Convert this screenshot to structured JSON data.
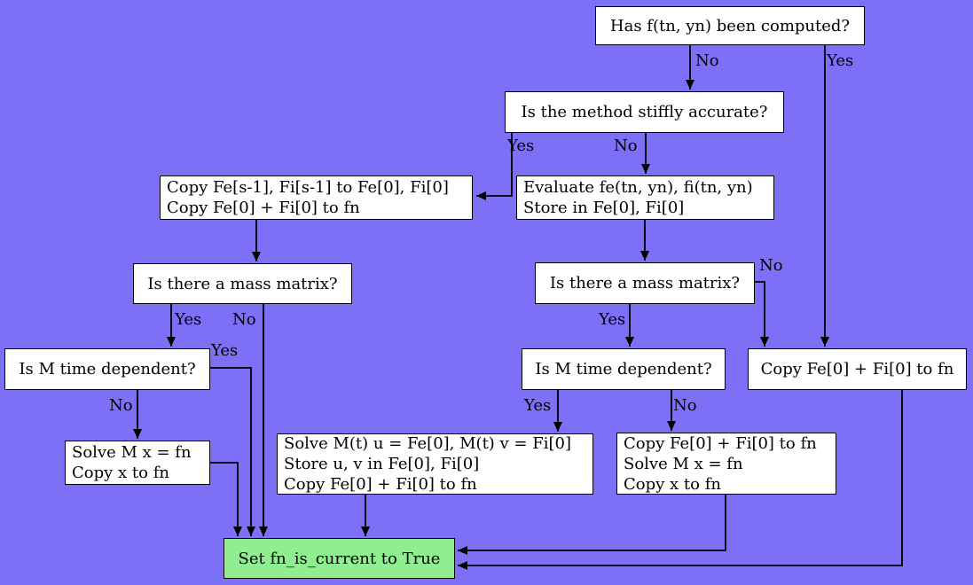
{
  "diagram": {
    "colors": {
      "background": "#7e70f6",
      "node_fill": "#ffffff",
      "node_border": "#000000",
      "terminal_fill": "#90ee90",
      "edge": "#000000",
      "text": "#000000"
    }
  },
  "labels": {
    "yes": "Yes",
    "no": "No"
  },
  "boxes": {
    "has_computed": {
      "lines": [
        "Has f(tn, yn) been computed?"
      ]
    },
    "stiffly": {
      "lines": [
        "Is the method stiffly accurate?"
      ]
    },
    "copy_prev": {
      "lines": [
        "Copy Fe[s-1], Fi[s-1] to Fe[0], Fi[0]",
        "Copy Fe[0] + Fi[0] to fn"
      ]
    },
    "evaluate": {
      "lines": [
        "Evaluate fe(tn, yn), fi(tn, yn)",
        "Store in Fe[0], Fi[0]"
      ]
    },
    "mass_left": {
      "lines": [
        "Is there a mass matrix?"
      ]
    },
    "mass_right": {
      "lines": [
        "Is there a mass matrix?"
      ]
    },
    "mtime_left": {
      "lines": [
        "Is M time dependent?"
      ]
    },
    "mtime_right": {
      "lines": [
        "Is M time dependent?"
      ]
    },
    "copy_right": {
      "lines": [
        "Copy Fe[0] + Fi[0] to fn"
      ]
    },
    "solve_left": {
      "lines": [
        "Solve M x = fn",
        "Copy x to fn"
      ]
    },
    "solve_mt": {
      "lines": [
        "Solve M(t) u = Fe[0], M(t) v = Fi[0]",
        "Store u, v in Fe[0], Fi[0]",
        "Copy Fe[0] + Fi[0] to fn"
      ]
    },
    "copy_solve_right": {
      "lines": [
        "Copy Fe[0] + Fi[0] to fn",
        "Solve M x = fn",
        "Copy x to fn"
      ]
    },
    "set_current": {
      "lines": [
        "Set fn_is_current to True"
      ]
    }
  }
}
